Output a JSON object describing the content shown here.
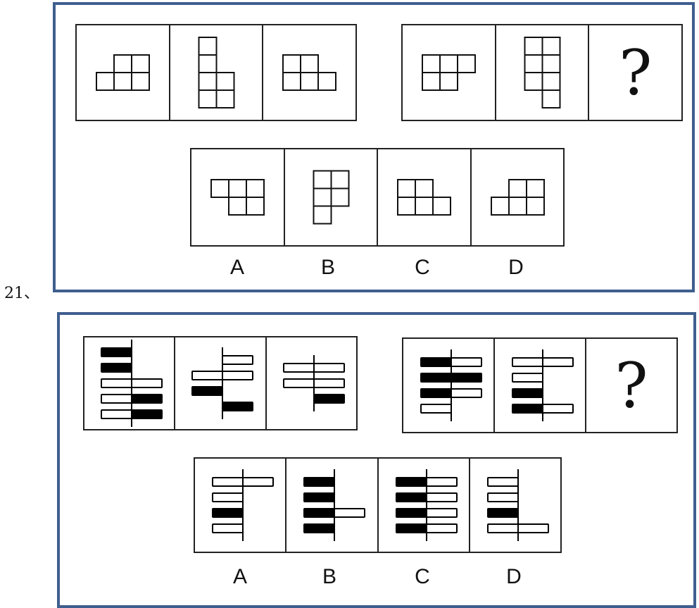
{
  "q21": {
    "number": "21、",
    "question_mark": "?",
    "options": [
      "A",
      "B",
      "C",
      "D"
    ],
    "figures": {
      "given_left": [
        {
          "name": "figure-1",
          "cells": [
            [
              2,
              0
            ],
            [
              3,
              0
            ],
            [
              1,
              1
            ],
            [
              2,
              1
            ],
            [
              3,
              1
            ]
          ]
        },
        {
          "name": "figure-2",
          "cells": [
            [
              0,
              0
            ],
            [
              0,
              1
            ],
            [
              0,
              2
            ],
            [
              1,
              2
            ],
            [
              0,
              3
            ],
            [
              1,
              3
            ]
          ]
        },
        {
          "name": "figure-3",
          "cells": [
            [
              0,
              0
            ],
            [
              1,
              0
            ],
            [
              0,
              1
            ],
            [
              1,
              1
            ],
            [
              2,
              1
            ]
          ]
        }
      ],
      "given_right": [
        {
          "name": "figure-4",
          "cells": [
            [
              0,
              0
            ],
            [
              1,
              0
            ],
            [
              2,
              0
            ],
            [
              0,
              1
            ],
            [
              1,
              1
            ]
          ]
        },
        {
          "name": "figure-5",
          "cells": [
            [
              0,
              0
            ],
            [
              1,
              0
            ],
            [
              0,
              1
            ],
            [
              1,
              1
            ],
            [
              0,
              2
            ],
            [
              1,
              2
            ],
            [
              1,
              3
            ]
          ]
        }
      ],
      "options": [
        {
          "name": "option-a",
          "cells": [
            [
              0,
              0
            ],
            [
              1,
              0
            ],
            [
              2,
              0
            ],
            [
              1,
              1
            ],
            [
              2,
              1
            ]
          ]
        },
        {
          "name": "option-b",
          "cells": [
            [
              0,
              0
            ],
            [
              1,
              0
            ],
            [
              0,
              1
            ],
            [
              1,
              1
            ],
            [
              0,
              2
            ]
          ]
        },
        {
          "name": "option-c",
          "cells": [
            [
              0,
              0
            ],
            [
              1,
              0
            ],
            [
              0,
              1
            ],
            [
              1,
              1
            ],
            [
              2,
              1
            ]
          ]
        },
        {
          "name": "option-d",
          "cells": [
            [
              1,
              0
            ],
            [
              2,
              0
            ],
            [
              0,
              1
            ],
            [
              1,
              1
            ],
            [
              2,
              1
            ]
          ]
        }
      ]
    }
  },
  "q22": {
    "question_mark": "?",
    "options": [
      "A",
      "B",
      "C",
      "D"
    ],
    "figures": {
      "given_left": [
        {
          "name": "figure-1",
          "bars": [
            {
              "l": 1,
              "r": 0,
              "lf": true,
              "rf": false
            },
            {
              "l": 1,
              "r": 0,
              "lf": true,
              "rf": false
            },
            {
              "l": 1,
              "r": 1,
              "lf": false,
              "rf": false
            },
            {
              "l": 1,
              "r": 1,
              "lf": false,
              "rf": true
            },
            {
              "l": 1,
              "r": 1,
              "lf": false,
              "rf": true
            }
          ]
        },
        {
          "name": "figure-2",
          "bars": [
            {
              "l": 0,
              "r": 1,
              "lf": false,
              "rf": false
            },
            {
              "l": 1,
              "r": 1,
              "lf": false,
              "rf": false
            },
            {
              "l": 1,
              "r": 0,
              "lf": true,
              "rf": false
            },
            {
              "l": 0,
              "r": 1,
              "lf": false,
              "rf": true
            }
          ]
        },
        {
          "name": "figure-3",
          "bars": [
            {
              "l": 1,
              "r": 1,
              "lf": false,
              "rf": false
            },
            {
              "l": 1,
              "r": 1,
              "lf": false,
              "rf": false
            },
            {
              "l": 0,
              "r": 1,
              "lf": false,
              "rf": true
            }
          ]
        }
      ],
      "given_right": [
        {
          "name": "figure-4",
          "bars": [
            {
              "l": 1,
              "r": 1,
              "lf": true,
              "rf": false
            },
            {
              "l": 1,
              "r": 1,
              "lf": true,
              "rf": true
            },
            {
              "l": 1,
              "r": 1,
              "lf": true,
              "rf": false
            },
            {
              "l": 1,
              "r": 0,
              "lf": false,
              "rf": false
            }
          ]
        },
        {
          "name": "figure-5",
          "bars": [
            {
              "l": 1,
              "r": 1,
              "lf": false,
              "rf": false
            },
            {
              "l": 1,
              "r": 0,
              "lf": false,
              "rf": false
            },
            {
              "l": 1,
              "r": 0,
              "lf": true,
              "rf": false
            },
            {
              "l": 1,
              "r": 1,
              "lf": true,
              "rf": false
            }
          ]
        }
      ],
      "options": [
        {
          "name": "option-a",
          "bars": [
            {
              "l": 1,
              "r": 1,
              "lf": false,
              "rf": false
            },
            {
              "l": 1,
              "r": 0,
              "lf": false,
              "rf": false
            },
            {
              "l": 1,
              "r": 0,
              "lf": true,
              "rf": false
            },
            {
              "l": 1,
              "r": 0,
              "lf": false,
              "rf": false
            }
          ]
        },
        {
          "name": "option-b",
          "bars": [
            {
              "l": 1,
              "r": 0,
              "lf": true,
              "rf": false
            },
            {
              "l": 1,
              "r": 0,
              "lf": true,
              "rf": false
            },
            {
              "l": 1,
              "r": 1,
              "lf": true,
              "rf": false
            },
            {
              "l": 1,
              "r": 0,
              "lf": true,
              "rf": false
            }
          ]
        },
        {
          "name": "option-c",
          "bars": [
            {
              "l": 1,
              "r": 1,
              "lf": true,
              "rf": false
            },
            {
              "l": 1,
              "r": 1,
              "lf": true,
              "rf": false
            },
            {
              "l": 1,
              "r": 1,
              "lf": true,
              "rf": false
            },
            {
              "l": 1,
              "r": 1,
              "lf": true,
              "rf": false
            }
          ]
        },
        {
          "name": "option-d",
          "bars": [
            {
              "l": 1,
              "r": 0,
              "lf": false,
              "rf": false
            },
            {
              "l": 1,
              "r": 0,
              "lf": false,
              "rf": false
            },
            {
              "l": 1,
              "r": 0,
              "lf": true,
              "rf": false
            },
            {
              "l": 1,
              "r": 1,
              "lf": false,
              "rf": false
            }
          ]
        }
      ]
    }
  }
}
